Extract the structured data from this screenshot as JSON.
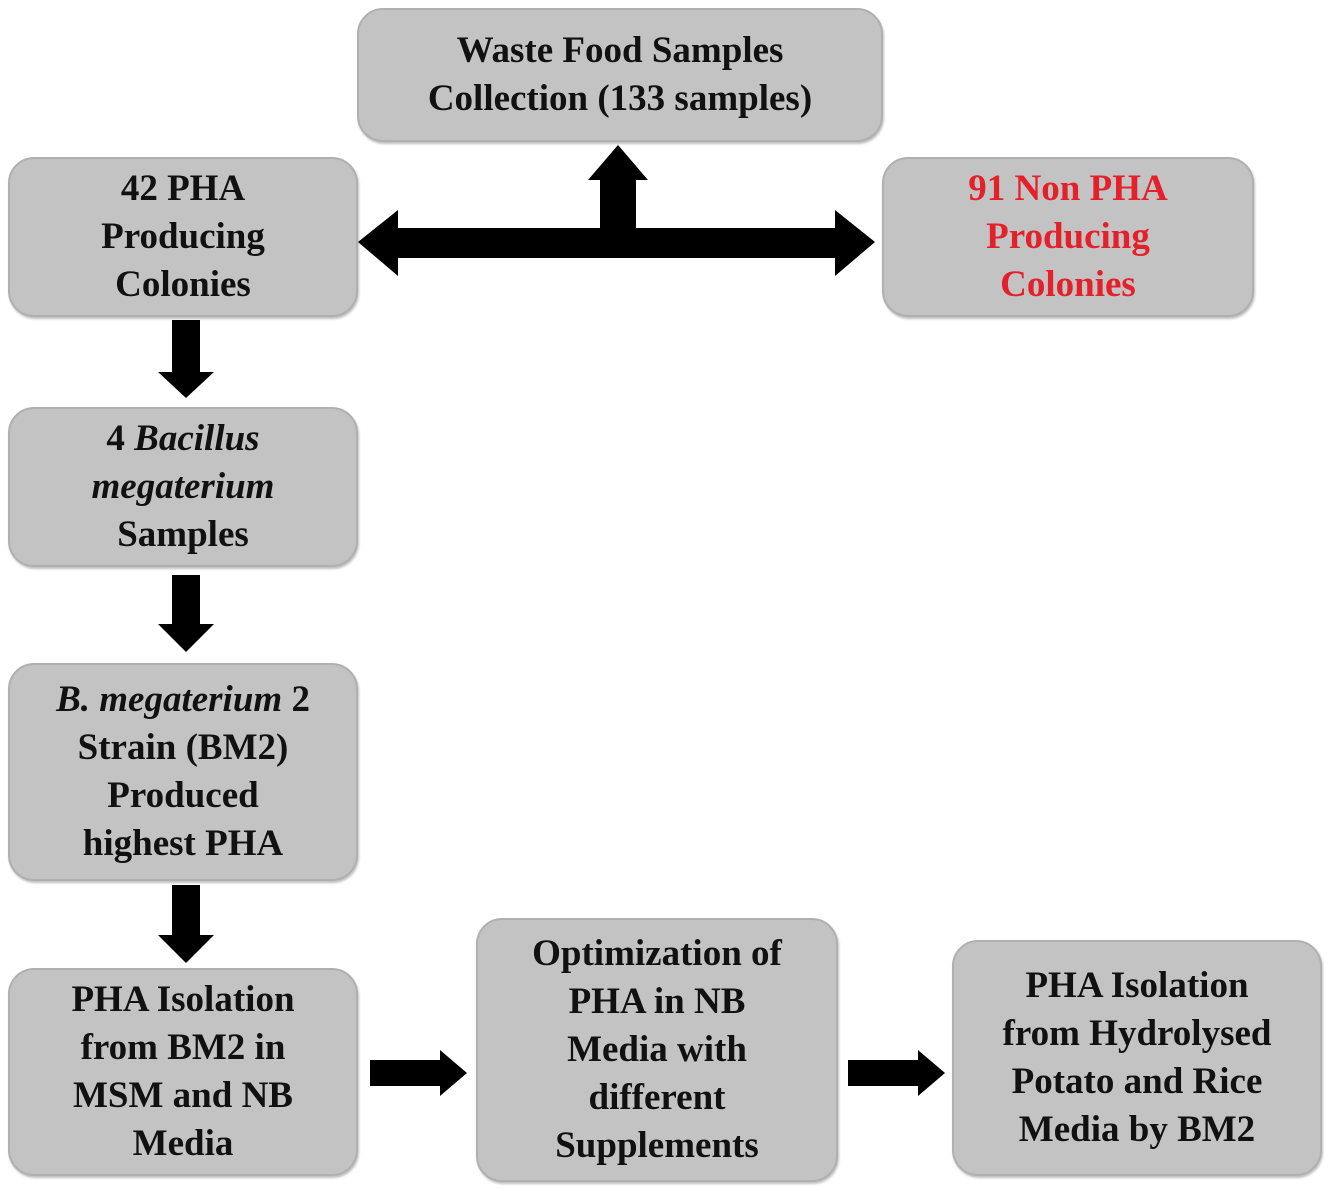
{
  "diagram": {
    "type": "flowchart",
    "colors": {
      "box_fill": "#c3c3c3",
      "text": "#111111",
      "highlight_text": "#e4202a",
      "arrow": "#000000"
    },
    "nodes": {
      "collection": {
        "lines": [
          "Waste Food Samples",
          "Collection (133 samples)"
        ]
      },
      "pha_producing": {
        "lines": [
          "42 PHA",
          "Producing",
          "Colonies"
        ]
      },
      "non_pha": {
        "lines": [
          "91 Non PHA",
          "Producing",
          "Colonies"
        ]
      },
      "bacillus": {
        "l1_num": "4 ",
        "l1_it": "Bacillus",
        "l2_it": "megaterium",
        "l3": "Samples"
      },
      "bm2": {
        "l1_it": "B. megaterium",
        "l1_rest": " 2",
        "l2": "Strain (BM2)",
        "l3": "Produced",
        "l4": "highest PHA"
      },
      "isolation_msm_nb": {
        "lines": [
          "PHA Isolation",
          "from BM2 in",
          "MSM and NB",
          "Media"
        ]
      },
      "optimization": {
        "lines": [
          "Optimization of",
          "PHA in NB",
          "Media with",
          "different",
          "Supplements"
        ]
      },
      "isolation_potato_rice": {
        "lines": [
          "PHA Isolation",
          "from Hydrolysed",
          "Potato and Rice",
          "Media by BM2"
        ]
      }
    },
    "edges": [
      {
        "from": "collection",
        "to": "pha_producing"
      },
      {
        "from": "collection",
        "to": "non_pha"
      },
      {
        "from": "pha_producing",
        "to": "bacillus"
      },
      {
        "from": "bacillus",
        "to": "bm2"
      },
      {
        "from": "bm2",
        "to": "isolation_msm_nb"
      },
      {
        "from": "isolation_msm_nb",
        "to": "optimization"
      },
      {
        "from": "optimization",
        "to": "isolation_potato_rice"
      }
    ]
  }
}
